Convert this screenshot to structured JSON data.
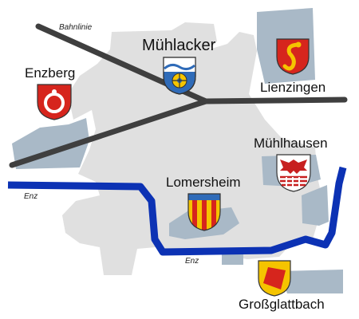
{
  "map": {
    "railway_label": "Bahnlinie",
    "river_label_west": "Enz",
    "river_label_south": "Enz",
    "towns": {
      "muehlacker": "Mühlacker",
      "enzberg": "Enzberg",
      "lienzingen": "Lienzingen",
      "muehlhausen": "Mühlhausen",
      "lomersheim": "Lomersheim",
      "grossglattbach": "Großglattbach"
    }
  },
  "colors": {
    "urban_light": "#e0e0e0",
    "urban_dark": "#a9b9c7",
    "railway": "#3f3f3f",
    "river": "#0c32b4"
  },
  "crests": {
    "muehlacker": "mill-wheel-crest-icon",
    "enzberg": "ring-crest-icon",
    "lienzingen": "serpent-crest-icon",
    "muehlhausen": "eagle-crest-icon",
    "lomersheim": "striped-crest-icon",
    "grossglattbach": "lozenge-crest-icon"
  }
}
